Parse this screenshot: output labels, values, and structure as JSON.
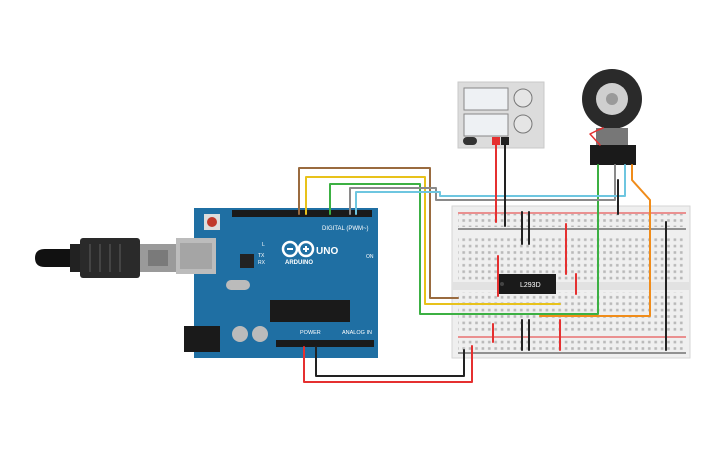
{
  "arduino": {
    "brand": "ARDUINO",
    "model": "UNO",
    "digital_header": "DIGITAL (PWM~)",
    "power_label": "POWER",
    "analog_label": "ANALOG IN",
    "on_label": "ON",
    "led_l": "L",
    "led_tx": "TX",
    "led_rx": "RX"
  },
  "chip": {
    "label": "L293D"
  },
  "colors": {
    "wire_red": "#e53030",
    "wire_black": "#222222",
    "wire_yellow": "#e8c21a",
    "wire_brown": "#9a6b3f",
    "wire_green": "#3cb043",
    "wire_orange": "#f08c1a",
    "wire_gray": "#8a8a8a",
    "wire_lightblue": "#6ec6e0",
    "board_blue": "#1f6fa3",
    "breadboard": "#efefef"
  }
}
